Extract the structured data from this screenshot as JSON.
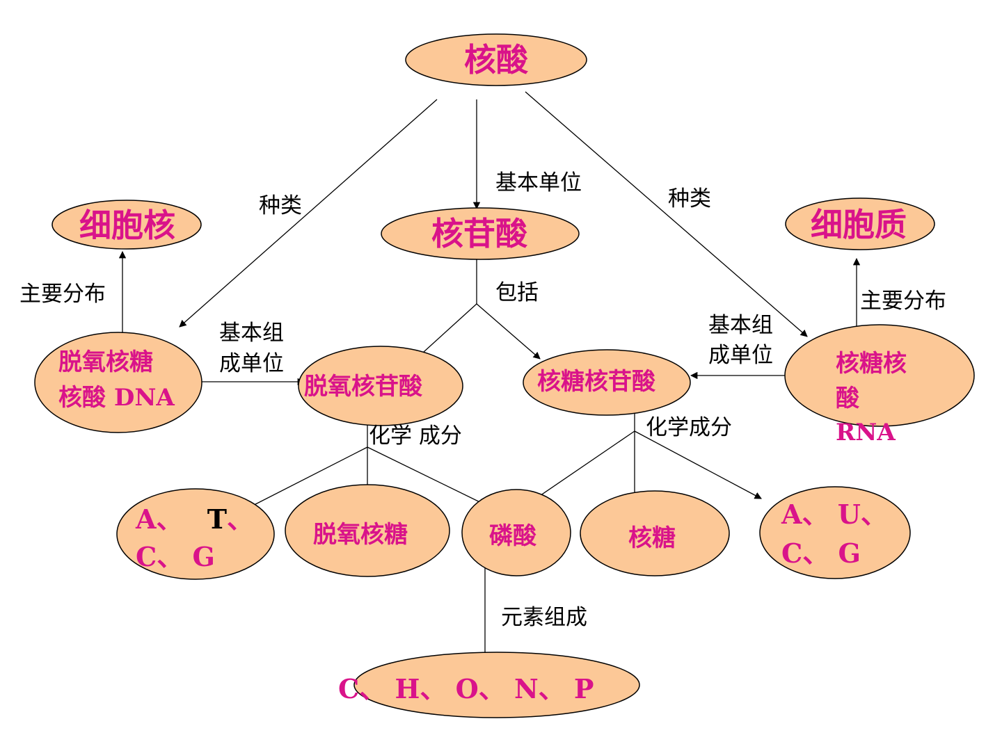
{
  "colors": {
    "node_fill": "#fcc897",
    "node_stroke": "#000000",
    "node_text": "#d9138a",
    "edge": "#000000"
  },
  "nodes": {
    "nucleic_acid": "核酸",
    "nucleus": "细胞核",
    "nucleotide": "核苷酸",
    "cytoplasm": "细胞质",
    "dna_line1": "脱氧核糖",
    "dna_line2": "核酸 DNA",
    "deoxy_nucleotide": "脱氧核苷酸",
    "ribo_nucleotide": "核糖核苷酸",
    "rna_line1": "核糖核",
    "rna_line2": "酸",
    "rna_line3": "RNA",
    "dna_bases_a": "A、",
    "dna_bases_t": "T",
    "dna_bases_sep": "、",
    "dna_bases_line2": "C、 G",
    "deoxyribose": "脱氧核糖",
    "phosphate": "磷酸",
    "ribose": "核糖",
    "rna_bases_line1": "A、 U、",
    "rna_bases_line2": "C、 G",
    "elements": "C、 H、 O、 N、 P"
  },
  "edge_labels": {
    "kind_left": "种类",
    "basic_unit": "基本单位",
    "kind_right": "种类",
    "includes": "包括",
    "distribution_left": "主要分布",
    "distribution_right": "主要分布",
    "basic_component_unit_left_1": "基本组",
    "basic_component_unit_left_2": "成单位",
    "basic_component_unit_right_1": "基本组",
    "basic_component_unit_right_2": "成单位",
    "chemical_composition_left": "化学  成分",
    "chemical_composition_right": "化学成分",
    "element_composition": "元素组成"
  }
}
